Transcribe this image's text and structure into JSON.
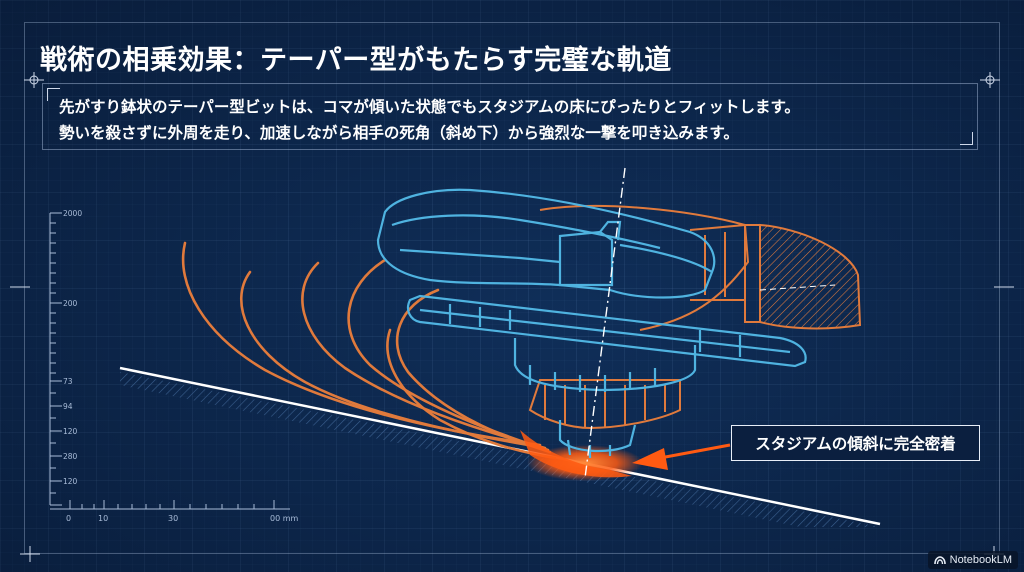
{
  "title": "戦術の相乗効果：テーパー型がもたらす完璧な軌道",
  "description": {
    "line1": "先がすり鉢状のテーパー型ビットは、コマが傾いた状態でもスタジアムの床にぴったりとフィットします。",
    "line2": "勢いを殺さずに外周を走り、加速しながら相手の死角（斜め下）から強烈な一撃を叩き込みます。"
  },
  "callout": "スタジアムの傾斜に完全密着",
  "scale": {
    "vertical": [
      "2000",
      "200",
      "73",
      "94",
      "120",
      "280",
      "120"
    ],
    "horizontal": [
      "0",
      "10",
      "30",
      "00 mm"
    ]
  },
  "watermark": "NotebookLM",
  "colors": {
    "background": "#0e2a52",
    "cyan": "#4fb3e0",
    "orange": "#e07a3c",
    "glow": "#ff5a12"
  }
}
